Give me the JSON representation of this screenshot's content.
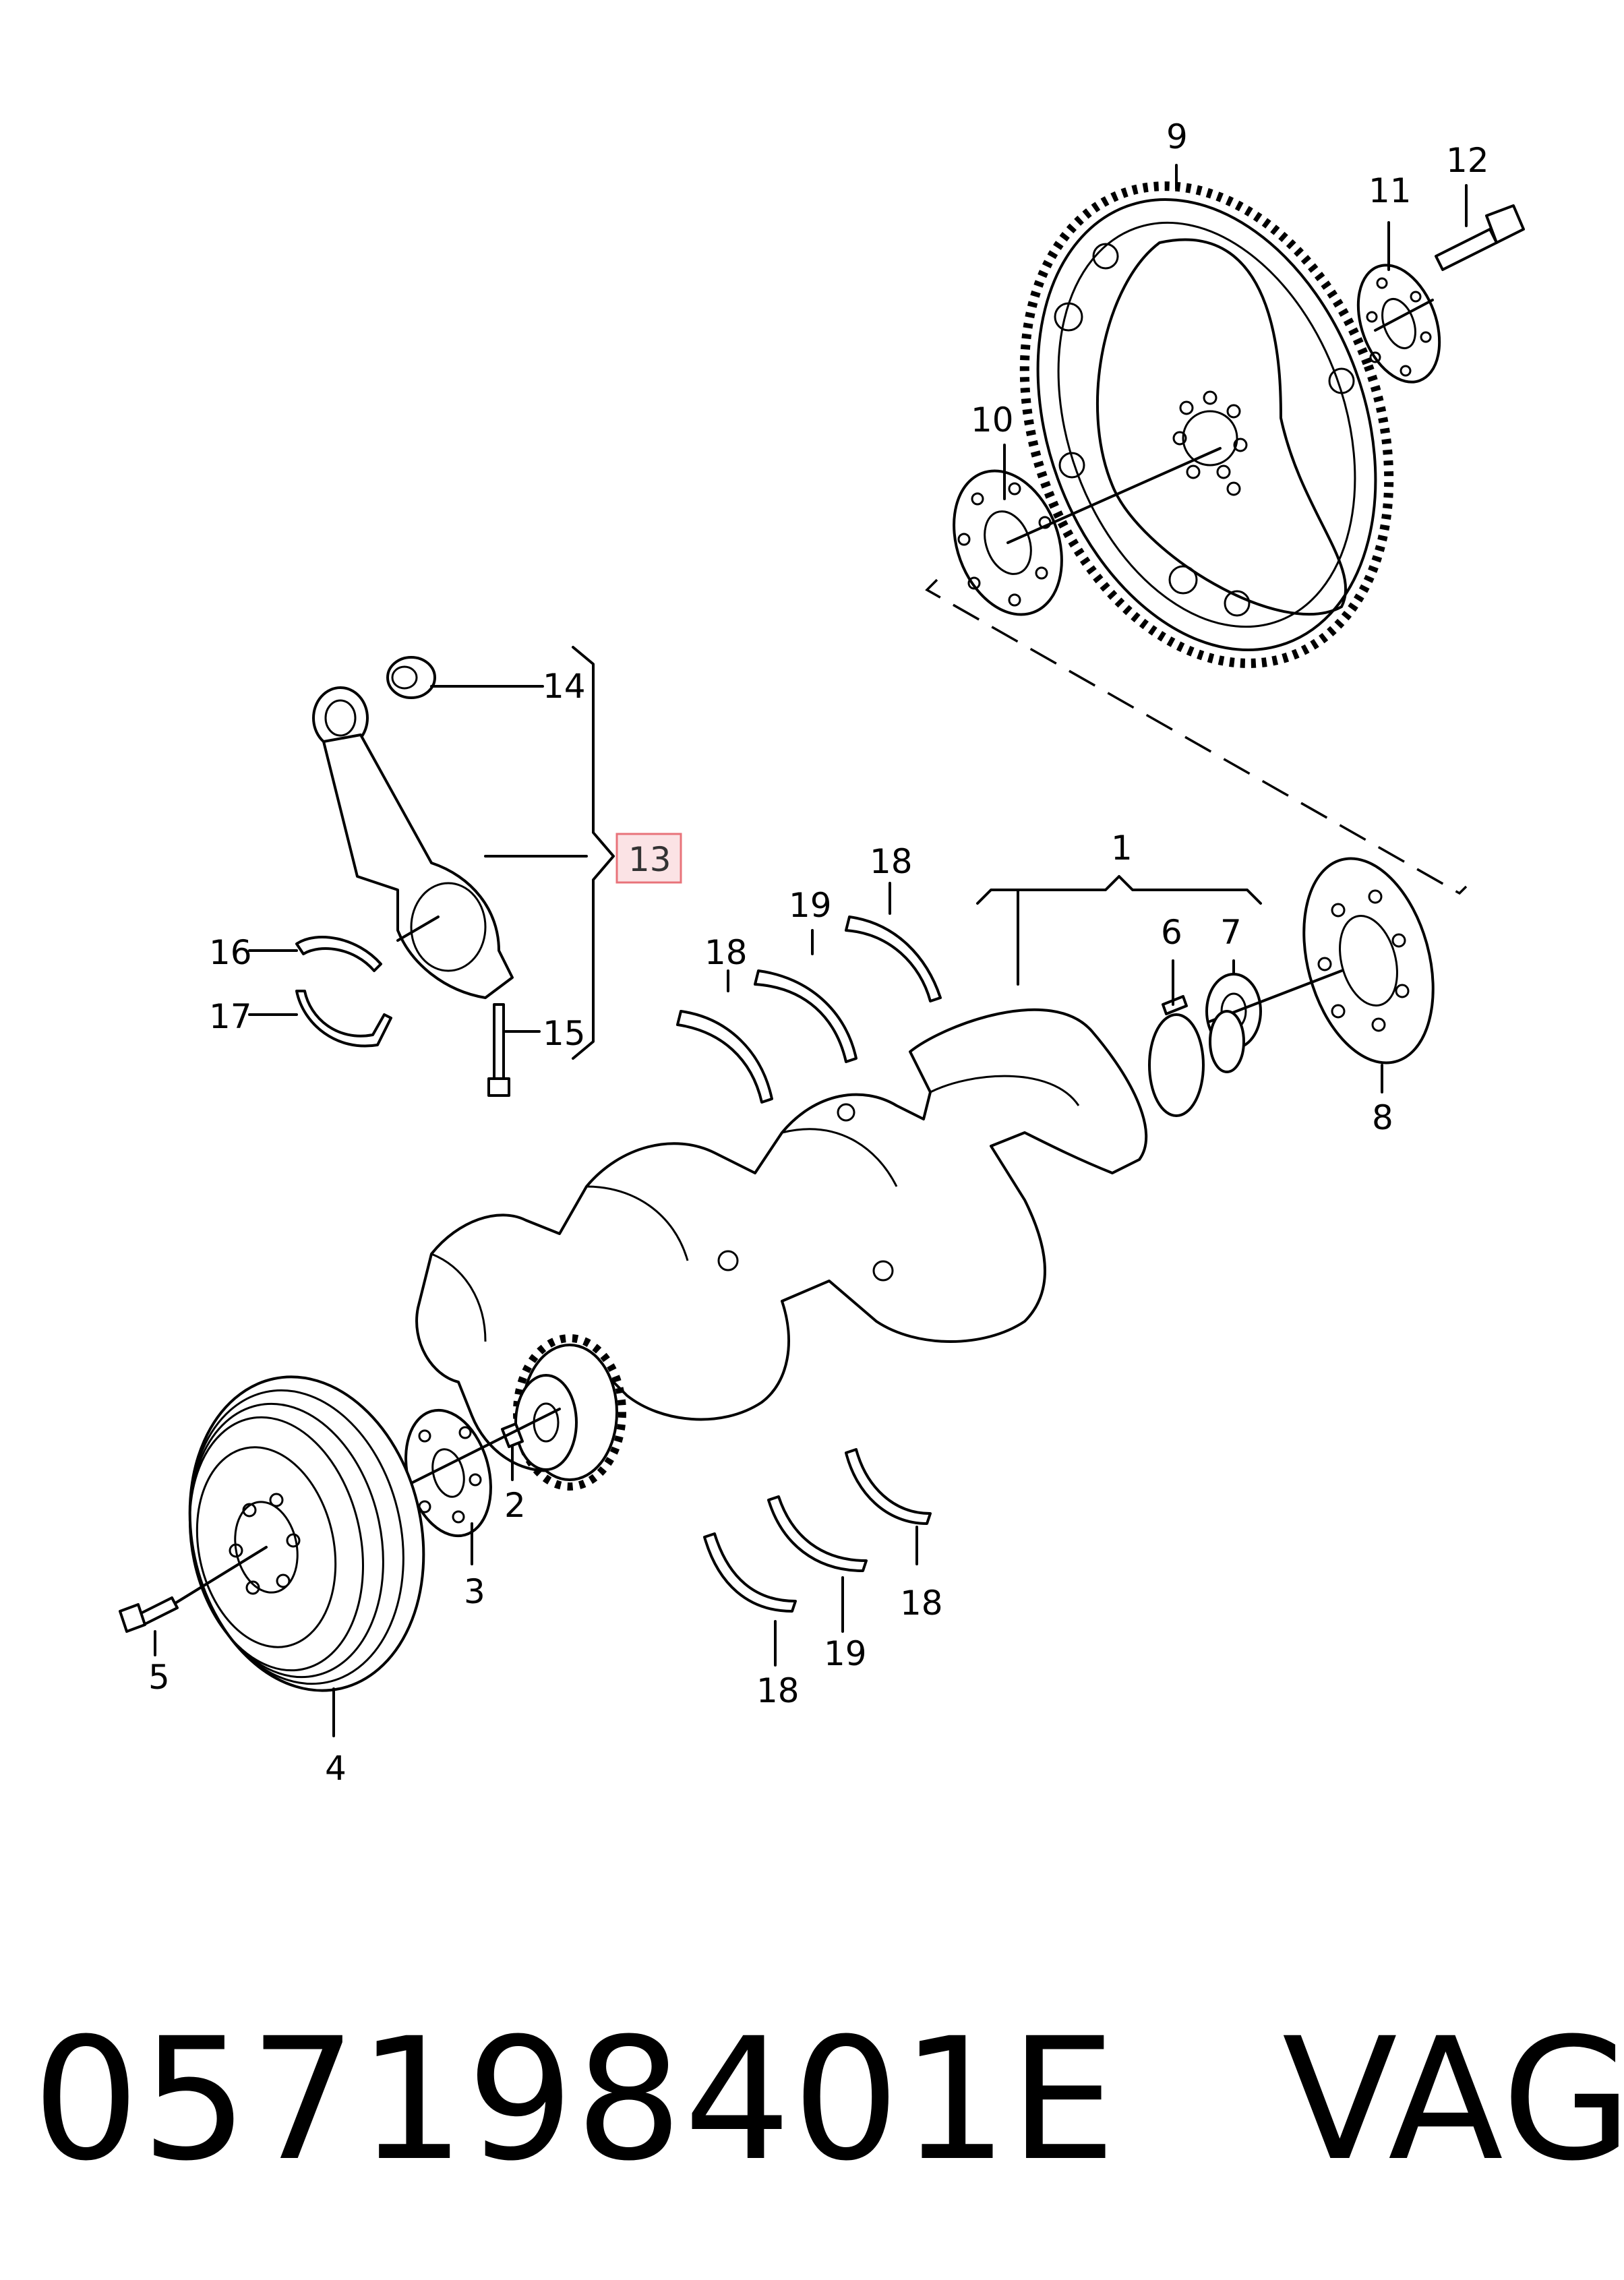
{
  "callouts": {
    "c1": "1",
    "c2": "2",
    "c3": "3",
    "c4": "4",
    "c5": "5",
    "c6": "6",
    "c7": "7",
    "c8": "8",
    "c9": "9",
    "c10": "10",
    "c11": "11",
    "c12": "12",
    "c13": "13",
    "c14": "14",
    "c15": "15",
    "c16": "16",
    "c17": "17",
    "c18a": "18",
    "c18b": "18",
    "c18c": "18",
    "c18d": "18",
    "c19a": "19",
    "c19b": "19"
  },
  "part_number": "057198401E",
  "brand": "VAG",
  "highlight_color": "#e8737a"
}
